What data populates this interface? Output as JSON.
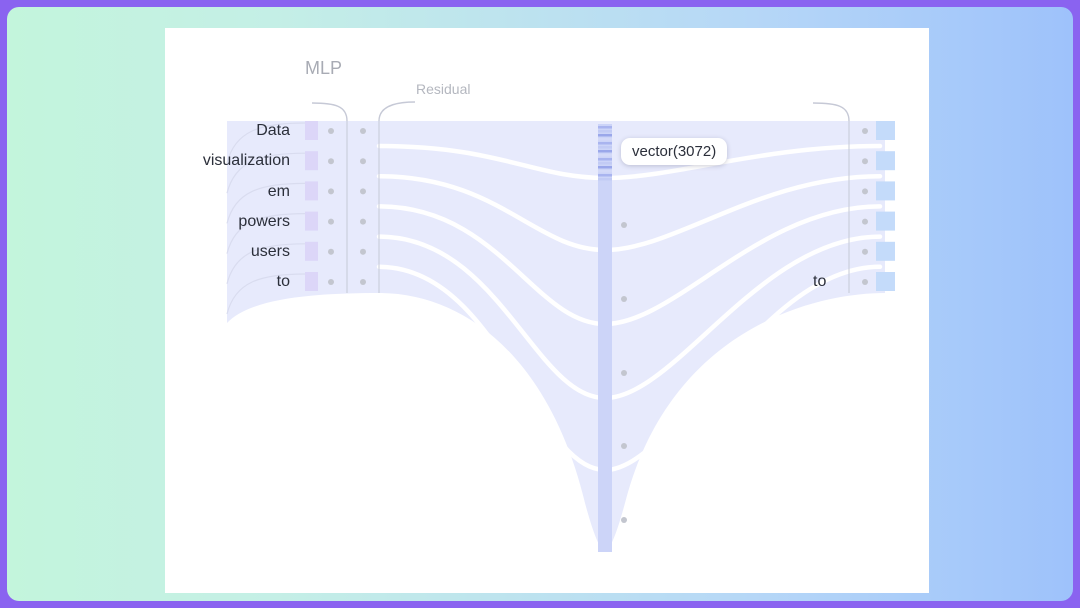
{
  "labels": {
    "mlp": "MLP",
    "residual": "Residual"
  },
  "tokens": [
    "Data",
    "visualization",
    "em",
    "powers",
    "users",
    "to"
  ],
  "output_token": "to",
  "tooltip": "vector(3072)",
  "colors": {
    "flow_fill": "#e7eafc",
    "input_cell": "#dcd6f8",
    "output_cell": "#c4dbfa",
    "vector_column": "#ccd4f8",
    "dot": "#c3c6cf"
  }
}
